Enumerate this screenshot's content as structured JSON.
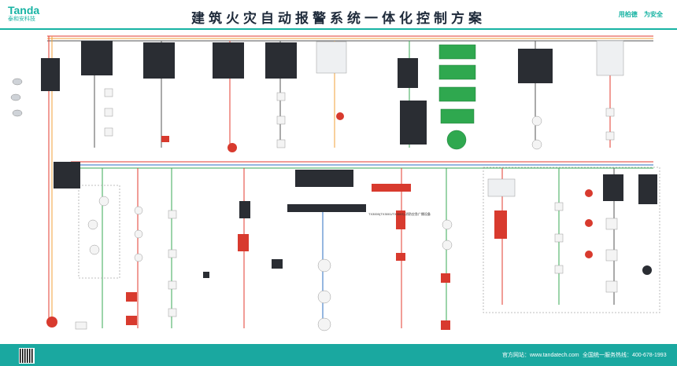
{
  "header": {
    "logo_main": "Tanda",
    "logo_sub": "泰和安科技",
    "title": "建筑火灾自动报警系统一体化控制方案",
    "slogan_left": "用柏德",
    "slogan_right": "为安全"
  },
  "diagram": {
    "broadcast_label": "TX3000(TX3001/TX3003) 消防应急广播设备"
  },
  "footer": {
    "website": "官方网站：www.tandatech.com",
    "hotline": "全国统一服务热线：400-678-1993"
  },
  "colors": {
    "teal": "#17b3a3",
    "footer": "#1aa8a0",
    "bus_red": "#e33b2f",
    "bus_orange": "#f2a23a",
    "bus_green": "#3aa856",
    "bus_blue": "#2b6fc2",
    "device_dark": "#2a2d33",
    "device_red": "#d83a2e"
  }
}
